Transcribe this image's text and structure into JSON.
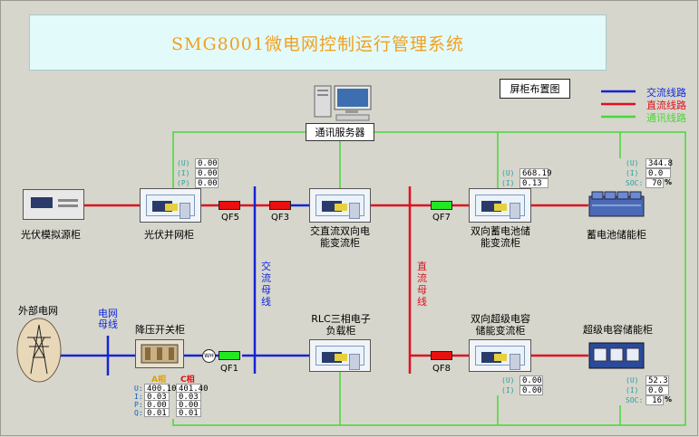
{
  "title": "SMG8001微电网控制运行管理系统",
  "layout_button": "屏柜布置图",
  "server": {
    "label": "通讯服务器"
  },
  "legend": {
    "ac_line": "交流线路",
    "dc_line": "直流线路",
    "comm_line": "通讯线路"
  },
  "bus": {
    "ac_bus": "交流母线",
    "dc_bus": "直流母线",
    "grid_bus": "电网母线"
  },
  "devices": {
    "pv_sim": "光伏模拟源柜",
    "pv_grid": "光伏并网柜",
    "acdc": "交直流双向电能变流柜",
    "bat_conv": "双向蓄电池储能变流柜",
    "bat_store": "蓄电池储能柜",
    "grid": "外部电网",
    "step_down": "降压开关柜",
    "rlc": "RLC三相电子负载柜",
    "cap_conv": "双向超级电容储能变流柜",
    "cap_store": "超级电容储能柜"
  },
  "breakers": {
    "qf1": "QF1",
    "qf3": "QF3",
    "qf5": "QF5",
    "qf7": "QF7",
    "qf8": "QF8"
  },
  "wh_label": "WH",
  "pv_readings": {
    "u_label": "(U)",
    "i_label": "(I)",
    "p_label": "(P)",
    "u": "0.00",
    "i": "0.00",
    "p": "0.00"
  },
  "bat_conv_readings": {
    "u_label": "(U)",
    "i_label": "(I)",
    "u": "668.19",
    "i": "0.13"
  },
  "bat_store_readings": {
    "u_label": "(U)",
    "i_label": "(I)",
    "soc_label": "SOC:",
    "u": "344.8",
    "i": "0.0",
    "soc": "70",
    "unit": "%"
  },
  "cap_conv_readings": {
    "u_label": "(U)",
    "i_label": "(I)",
    "u": "0.00",
    "i": "0.00"
  },
  "cap_store_readings": {
    "u_label": "(U)",
    "i_label": "(I)",
    "soc_label": "SOC:",
    "u": "52.3",
    "i": "0.0",
    "soc": "16",
    "unit": "%"
  },
  "step_readings": {
    "phase_a": "A相",
    "phase_c": "C相",
    "row_labels": [
      "U:",
      "I:",
      "P:",
      "Q:"
    ],
    "a": [
      "400.10",
      "0.03",
      "0.00",
      "0.01"
    ],
    "c": [
      "401.40",
      "0.03",
      "0.00",
      "0.01"
    ]
  },
  "colors": {
    "ac": "#1424d8",
    "dc": "#e01020",
    "comm": "#4ad63a"
  }
}
